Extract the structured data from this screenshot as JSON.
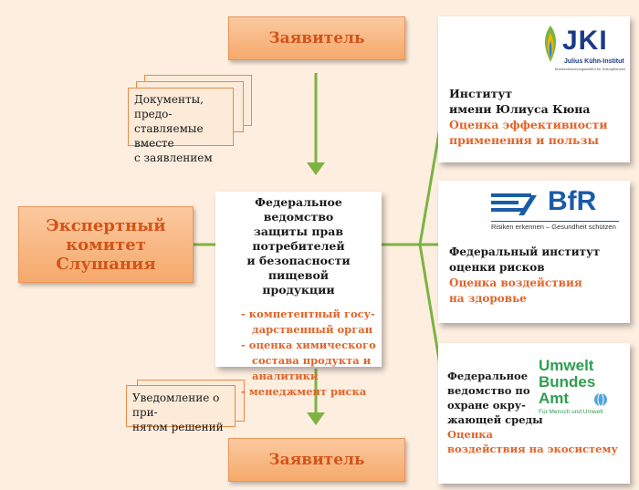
{
  "applicant_top": "Заявитель",
  "applicant_bottom": "Заявитель",
  "documents_note": [
    "Документы, предо-",
    "ставляемые вместе",
    "с заявлением"
  ],
  "notice_note": [
    "Уведомление о при-",
    "нятом решений"
  ],
  "expert_committee": [
    "Экспертный",
    "комитет",
    "Слушания"
  ],
  "central": {
    "title": [
      "Федеральное ведомство",
      "защиты прав потребителей",
      "и безопасности пищевой",
      "продукции"
    ],
    "bullets": [
      "- компетентный госу-",
      "дарственный орган",
      "- оценка химического",
      "состава продукта и",
      "аналитики",
      "- менеджмент риска"
    ]
  },
  "jki": {
    "logo_text": "JKI",
    "logo_sub": "Julius Kühn-Institut",
    "logo_sub2": "Bundesforschungsinstitut für Kulturpflanzen",
    "name": [
      "Институт",
      "имени Юлиуса Кюна"
    ],
    "role": [
      "Оценка эффективности",
      "применения и пользы"
    ]
  },
  "bfr": {
    "logo_text": "BfR",
    "logo_sub": "Risiken erkennen – Gesundheit schützen",
    "name": [
      "Федеральный институт",
      "оценки рисков"
    ],
    "role": [
      "Оценка воздействия",
      "на здоровье"
    ]
  },
  "uba": {
    "logo_lines": [
      "Umwelt",
      "Bundes",
      "Amt"
    ],
    "logo_sub": "Für Mensch und Umwelt",
    "name": [
      "Федеральное",
      "ведомство по",
      "охране окру-",
      "жающей среды"
    ],
    "role": [
      "Оценка",
      "воздействия на экосистему"
    ]
  },
  "colors": {
    "accent_orange": "#e0642a",
    "line_green": "#7cb342",
    "box_fill": "#f8b07c"
  }
}
